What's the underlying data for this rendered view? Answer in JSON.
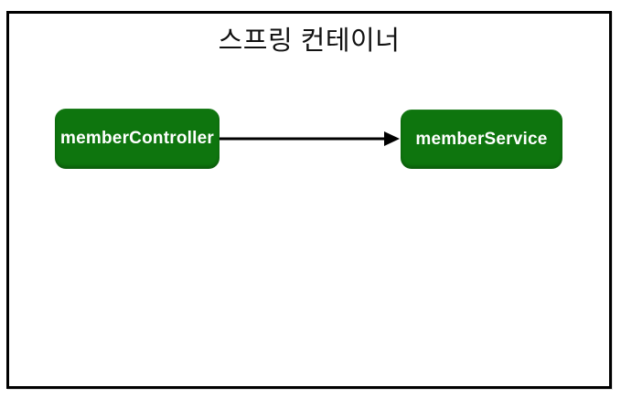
{
  "diagram": {
    "title": "스프링 컨테이너",
    "nodes": [
      {
        "id": "memberController",
        "label": "memberController"
      },
      {
        "id": "memberService",
        "label": "memberService"
      }
    ],
    "edges": [
      {
        "from": "memberController",
        "to": "memberService",
        "style": "solid-arrow"
      }
    ],
    "colors": {
      "background": "#ffffff",
      "frame_border": "#000000",
      "node_fill": "#0E750E",
      "node_text": "#ffffff",
      "arrow": "#000000",
      "title_text": "#111111"
    }
  }
}
